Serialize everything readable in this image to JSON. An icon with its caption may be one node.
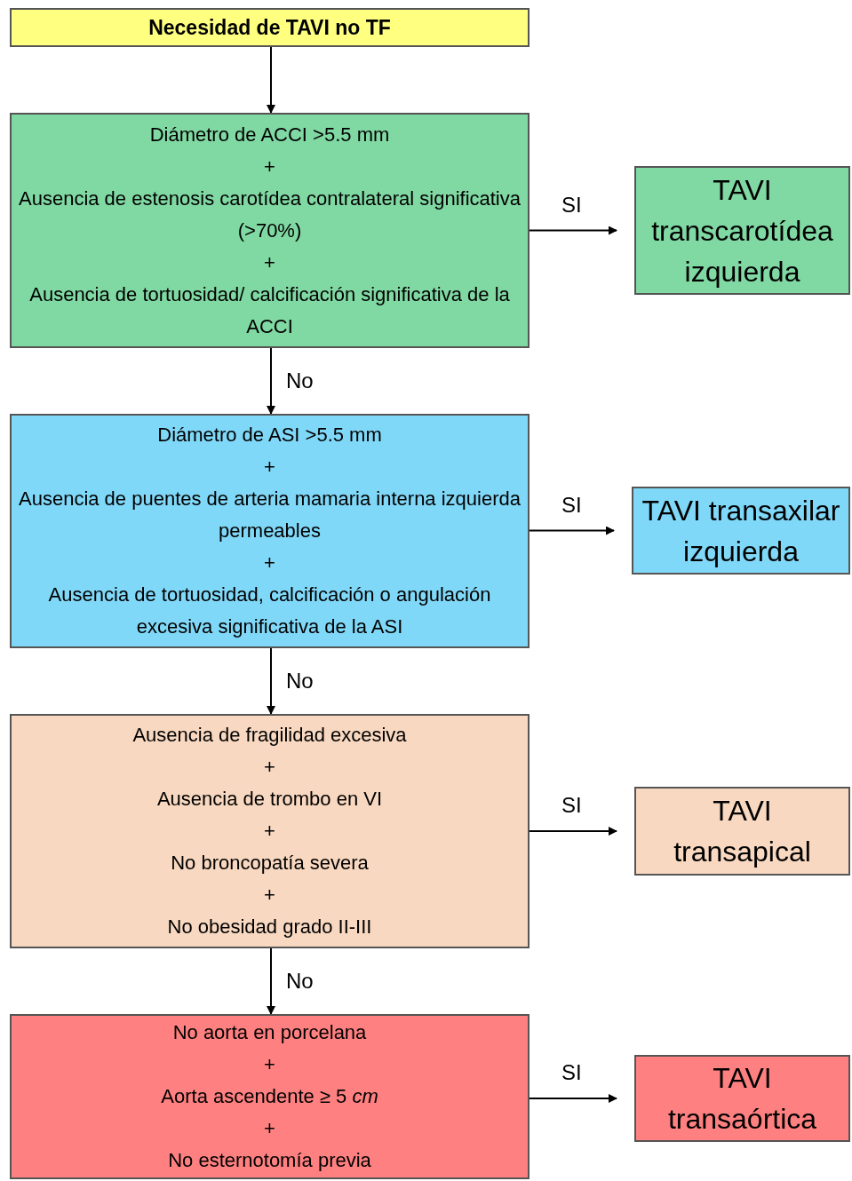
{
  "diagram": {
    "nodes": [
      {
        "text": [
          "Necesidad de TAVI no TF"
        ]
      },
      {
        "text": [
          "Diámetro de ACCI >5.5 mm",
          "+",
          "Ausencia de estenosis carotídea contralateral significativa (>70%)",
          "+",
          "Ausencia de tortuosidad/ calcificación significativa de la ACCI"
        ]
      },
      {
        "text": [
          "TAVI transcarotídea izquierda"
        ]
      },
      {
        "text": [
          "Diámetro de ASI >5.5 mm",
          "+",
          "Ausencia de puentes de arteria mamaria interna izquierda permeables",
          "+",
          "Ausencia de tortuosidad, calcificación o angulación excesiva significativa de la ASI"
        ]
      },
      {
        "text": [
          "TAVI transaxilar izquierda"
        ]
      },
      {
        "text": [
          "Ausencia de fragilidad excesiva",
          "+",
          "Ausencia de trombo en VI",
          "+",
          "No broncopatía severa",
          "+",
          "No obesidad grado II-III"
        ]
      },
      {
        "text": [
          "TAVI transapical"
        ]
      },
      {
        "text": [
          "No aorta en porcelana",
          "+",
          "Aorta ascendente ≥ 5 *cm*",
          "+",
          "No esternotomía previa"
        ]
      },
      {
        "text": [
          "TAVI transaórtica"
        ]
      }
    ],
    "edges": [
      {
        "from": 0,
        "to": 1,
        "arrow": "to"
      },
      {
        "from": 1,
        "to": 2,
        "arrow": "to",
        "label": "SI"
      },
      {
        "from": 1,
        "to": 3,
        "arrow": "to",
        "label": "No"
      },
      {
        "from": 3,
        "to": 4,
        "arrow": "to",
        "label": "SI"
      },
      {
        "from": 3,
        "to": 5,
        "arrow": "to",
        "label": "No"
      },
      {
        "from": 5,
        "to": 6,
        "arrow": "to",
        "label": "SI"
      },
      {
        "from": 5,
        "to": 7,
        "arrow": "to",
        "label": "No"
      },
      {
        "from": 7,
        "to": 8,
        "arrow": "to",
        "label": "SI"
      }
    ]
  }
}
